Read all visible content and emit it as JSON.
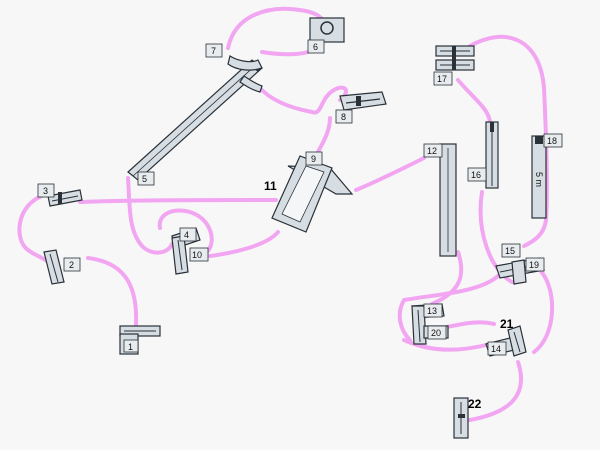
{
  "colors": {
    "route": "#f2a6f2",
    "piece": "#d6dde3",
    "outline": "#2a3138",
    "background": "#f7f7f7"
  },
  "labels": {
    "l1": "1",
    "l2": "2",
    "l3": "3",
    "l4": "4",
    "l5": "5",
    "l6": "6",
    "l7": "7",
    "l8": "8",
    "l9": "9",
    "l10": "10",
    "l11": "11",
    "l12": "12",
    "l13": "13",
    "l14": "14",
    "l15": "15",
    "l16": "16",
    "l17": "17",
    "l18": "18",
    "l19": "19",
    "l20": "20",
    "l21": "21",
    "l22": "22"
  },
  "annotations": {
    "piece18_mark": "5 m"
  }
}
